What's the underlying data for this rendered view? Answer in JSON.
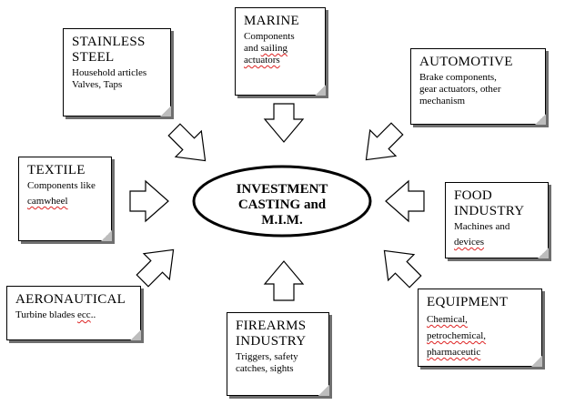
{
  "center": {
    "line1": "INVESTMENT",
    "line2": "CASTING and",
    "line3": "M.I.M."
  },
  "nodes": {
    "marine": {
      "title": "MARINE",
      "desc_parts": [
        "Components",
        "and ",
        "sailing",
        " ",
        "actuators"
      ]
    },
    "stainless": {
      "title_1": "STAINLESS",
      "title_2": "STEEL",
      "desc_1": "Household articles",
      "desc_2": "Valves, Taps"
    },
    "automotive": {
      "title": "AUTOMOTIVE",
      "desc_1": "Brake components,",
      "desc_2": "gear actuators, other",
      "desc_3": "mechanism"
    },
    "textile": {
      "title": "TEXTILE",
      "desc_1": "Components like",
      "desc_2": "camwheel"
    },
    "food": {
      "title_1": "FOOD",
      "title_2": "INDUSTRY",
      "desc_1": "Machines and",
      "desc_2": "devices"
    },
    "aeronautical": {
      "title": "AERONAUTICAL",
      "desc_pre": "Turbine blades ",
      "desc_sq": "ecc",
      "desc_post": ".."
    },
    "firearms": {
      "title_1": "FIREARMS",
      "title_2": "INDUSTRY",
      "desc_1": "Triggers, safety",
      "desc_2": "catches, sights"
    },
    "equipment": {
      "title": "EQUIPMENT",
      "desc_1": "Chemical,",
      "desc_2": "petrochemical,",
      "desc_3": "pharmaceutic"
    }
  }
}
